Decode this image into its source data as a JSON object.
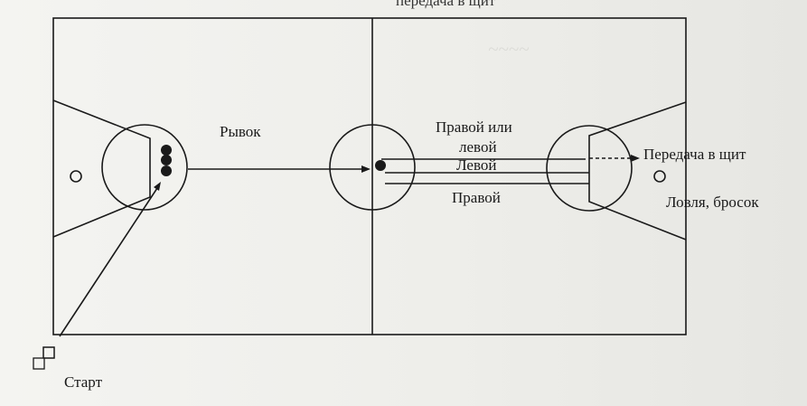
{
  "top_text": "передача в щит",
  "labels": {
    "dash": "Рывок",
    "pass_any": "Правой или левой",
    "pass_any_line1": "Правой или",
    "pass_any_line2": "левой",
    "left": "Левой",
    "right": "Правой",
    "board_pass": "Передача в щит",
    "catch_shot": "Ловля, бросок",
    "start": "Старт"
  },
  "colors": {
    "ink": "#1a1a1a",
    "paper": "#f2f2ef"
  }
}
